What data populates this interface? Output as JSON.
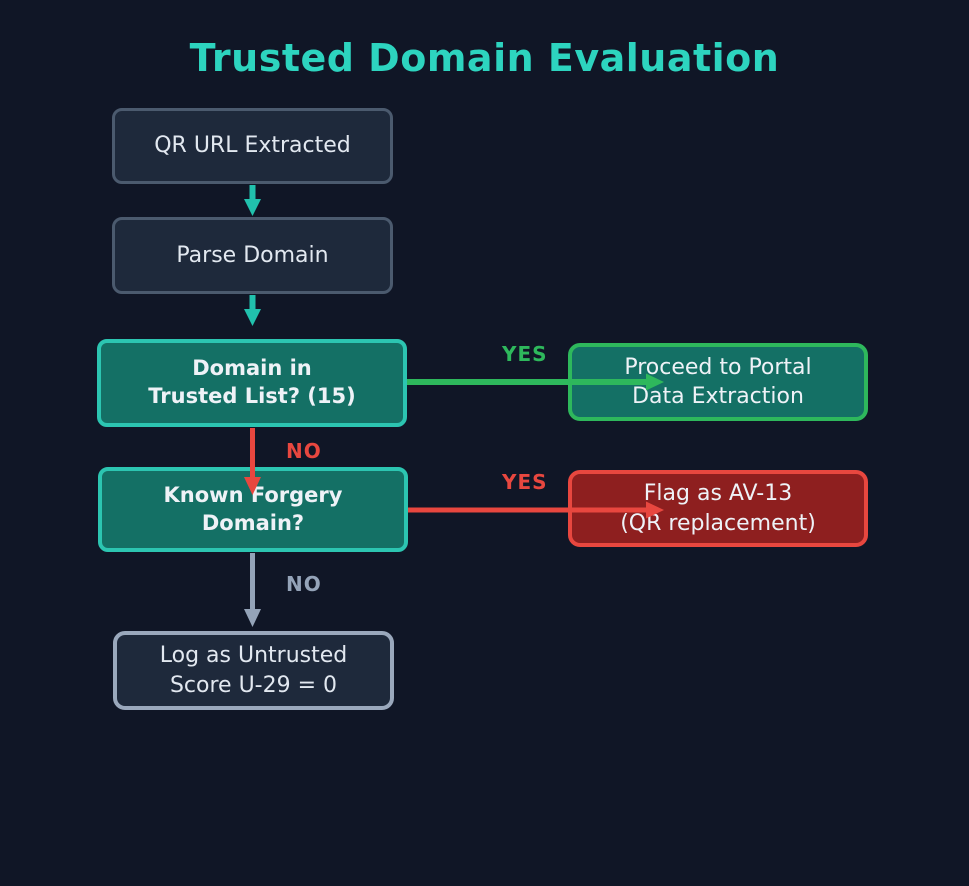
{
  "title": "Trusted Domain Evaluation",
  "colors": {
    "bg": "#101626",
    "node-fill": "#1e293b",
    "node-border": "#4b5a6e",
    "node-border-light": "#9aa8bc",
    "teal-fill": "#147065",
    "teal-border": "#2cc5b1",
    "teal-arrow": "#21c1ad",
    "title-color": "#2dd4bf",
    "green": "#2eb85c",
    "red": "#e8473f",
    "red-fill": "#8e1f1f",
    "gray": "#94a3b8",
    "text-light": "#e2e8f0",
    "text-white": "#eef2f7"
  },
  "nodes": {
    "qr_url": {
      "label": "QR URL Extracted"
    },
    "parse_domain": {
      "label": "Parse Domain"
    },
    "trusted_list": {
      "label": "Domain in\nTrusted List? (15)"
    },
    "proceed": {
      "label": "Proceed to Portal\nData Extraction"
    },
    "known_forgery": {
      "label": "Known Forgery\nDomain?"
    },
    "flag": {
      "label": "Flag as AV-13\n(QR replacement)"
    },
    "log_untrusted": {
      "label": "Log as Untrusted\nScore U-29 = 0"
    }
  },
  "edges": {
    "trusted_yes": {
      "label": "YES"
    },
    "trusted_no": {
      "label": "NO"
    },
    "forgery_yes": {
      "label": "YES"
    },
    "forgery_no": {
      "label": "NO"
    }
  }
}
